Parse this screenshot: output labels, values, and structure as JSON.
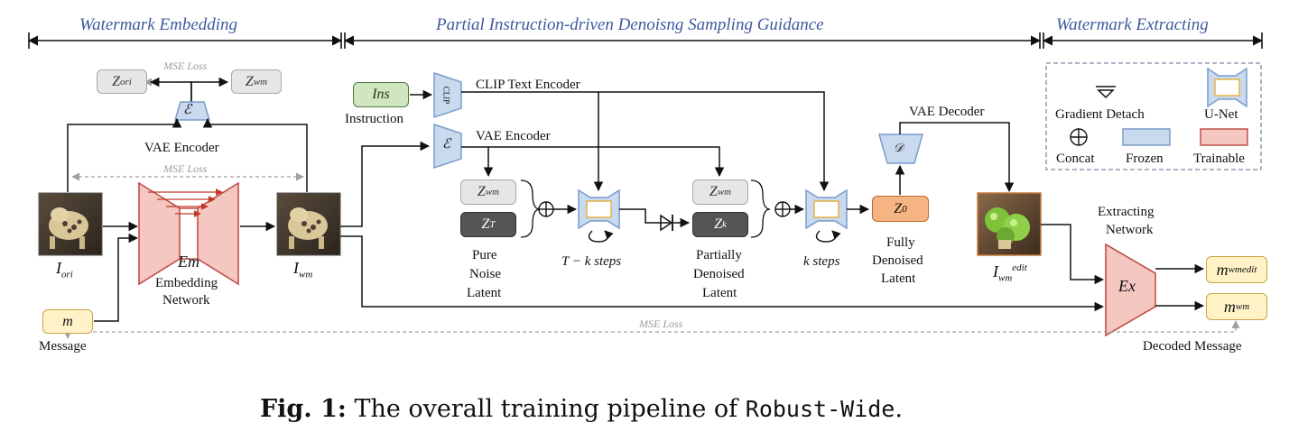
{
  "sections": {
    "embedding": "Watermark Embedding",
    "guidance": "Partial Instruction-driven Denoisng Sampling Guidance",
    "extracting": "Watermark Extracting"
  },
  "embedding": {
    "z_ori": "Z",
    "z_ori_sub": "ori",
    "z_wm": "Z",
    "z_wm_sub": "wm",
    "mse_top": "MSE Loss",
    "mse_mid": "MSE Loss",
    "vae_encoder_symbol": "ℰ",
    "vae_encoder_label": "VAE Encoder",
    "i_ori": "I",
    "i_ori_sub": "ori",
    "network_symbol": "Em",
    "network_label_1": "Embedding",
    "network_label_2": "Network",
    "i_wm": "I",
    "i_wm_sub": "wm",
    "message_symbol": "m",
    "message_label": "Message"
  },
  "guidance": {
    "ins_symbol": "Ins",
    "ins_label": "Instruction",
    "clip_symbol": "CLIP",
    "clip_label": "CLIP Text Encoder",
    "vae_symbol": "ℰ",
    "vae_label": "VAE Encoder",
    "z_wm_1": "Z",
    "z_wm_1_sub": "wm",
    "z_t": "Z",
    "z_t_sub": "T",
    "pure_noise_1": "Pure",
    "pure_noise_2": "Noise",
    "pure_noise_3": "Latent",
    "t_k_steps": "T − k steps",
    "z_wm_2": "Z",
    "z_wm_2_sub": "wm",
    "z_k": "Z",
    "z_k_sub": "k",
    "partial_1": "Partially",
    "partial_2": "Denoised",
    "partial_3": "Latent",
    "k_steps": "k steps",
    "z_0": "Z",
    "z_0_sub": "0",
    "fully_1": "Fully",
    "fully_2": "Denoised",
    "fully_3": "Latent",
    "decoder_symbol": "𝒟",
    "decoder_label": "VAE Decoder"
  },
  "extracting": {
    "i_edit": "I",
    "i_edit_sub": "wm",
    "i_edit_sup": "edit",
    "network_symbol": "Ex",
    "network_label_1": "Extracting",
    "network_label_2": "Network",
    "m_edit": "m",
    "m_edit_sub": "wm",
    "m_edit_sup": "edit",
    "m_wm": "m",
    "m_wm_sub": "wm",
    "mse_bottom": "MSE Loss",
    "decoded_label": "Decoded Message"
  },
  "legend": {
    "gradient_detach": "Gradient Detach",
    "unet": "U-Net",
    "concat": "Concat",
    "frozen": "Frozen",
    "trainable": "Trainable"
  },
  "caption": {
    "prefix": "Fig. 1:",
    "text": "The overall training pipeline of",
    "name": "Robust-Wide",
    "suffix": "."
  },
  "colors": {
    "section_blue": "#3d5a9e",
    "frozen_fill": "#c9d9ee",
    "frozen_stroke": "#7b9ccc",
    "trainable_fill": "#f5c7c1",
    "trainable_stroke": "#c05048",
    "mse_gray": "#9a9a9a"
  }
}
